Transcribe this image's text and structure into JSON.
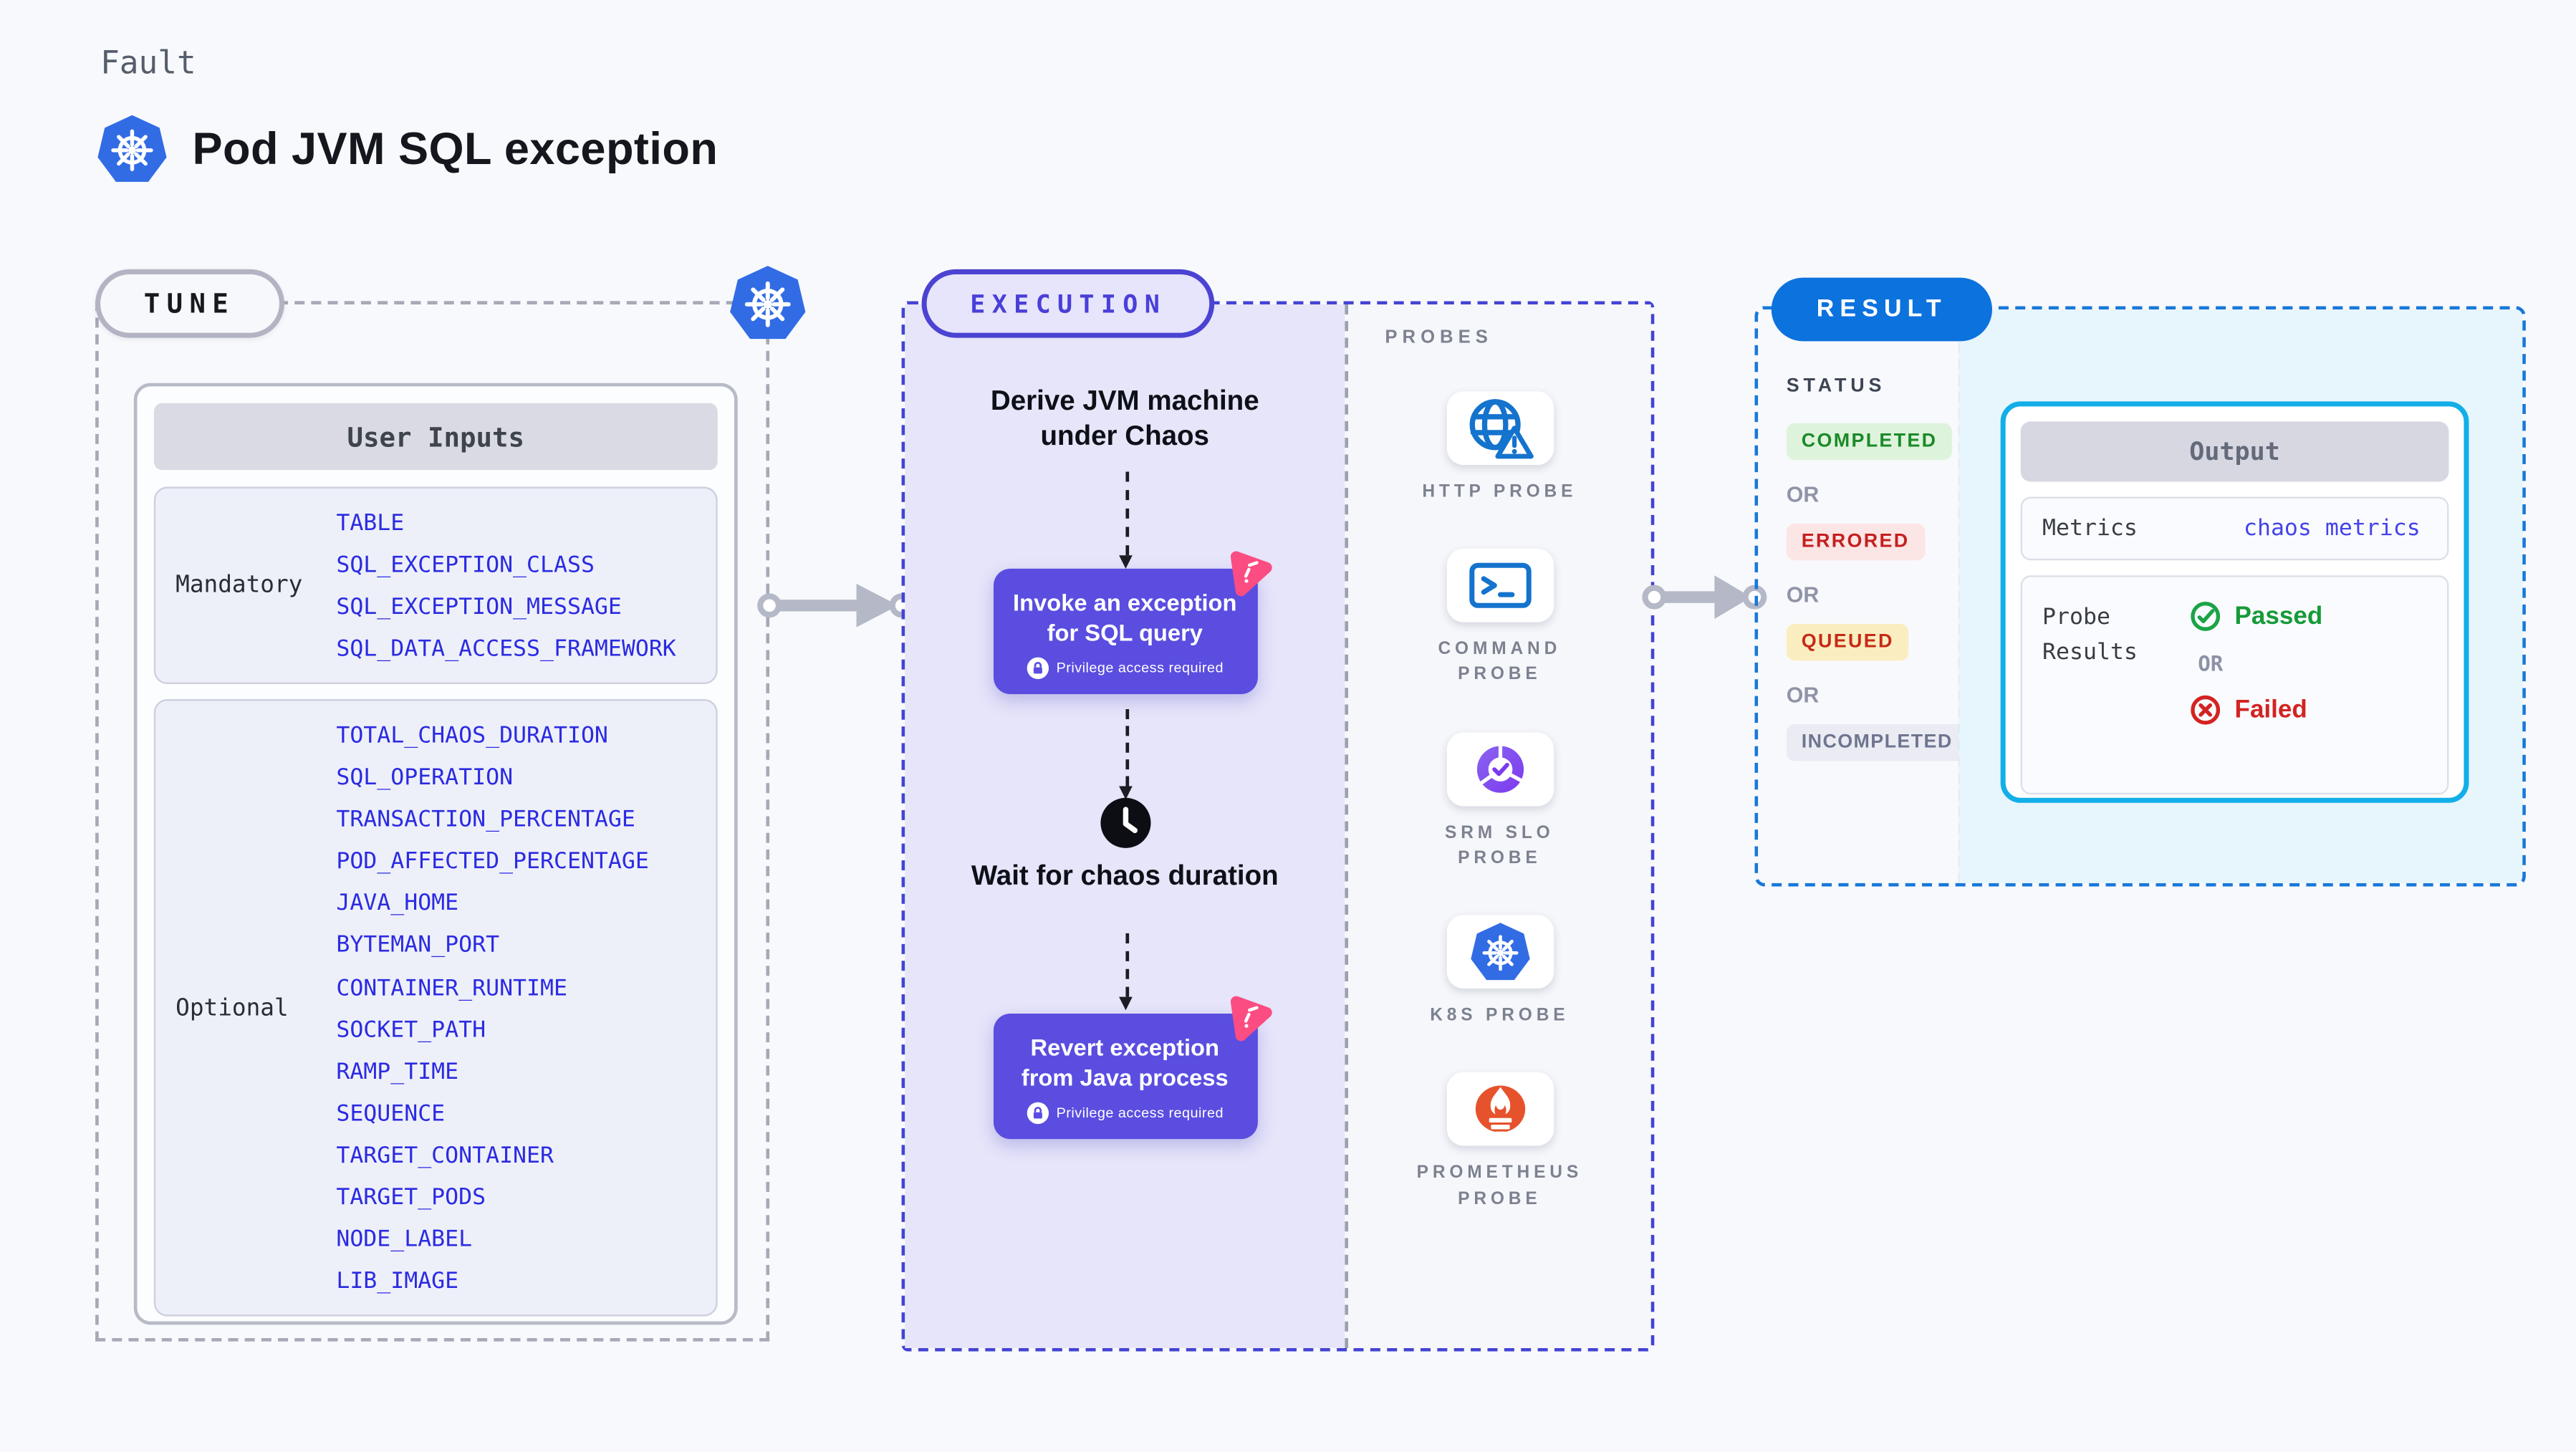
{
  "header": {
    "kicker": "Fault",
    "title": "Pod JVM SQL exception"
  },
  "tune": {
    "pill_label": "TUNE",
    "card_title": "User Inputs",
    "mandatory_label": "Mandatory",
    "mandatory_params": [
      "TABLE",
      "SQL_EXCEPTION_CLASS",
      "SQL_EXCEPTION_MESSAGE",
      "SQL_DATA_ACCESS_FRAMEWORK"
    ],
    "optional_label": "Optional",
    "optional_params": [
      "TOTAL_CHAOS_DURATION",
      "SQL_OPERATION",
      "TRANSACTION_PERCENTAGE",
      "POD_AFFECTED_PERCENTAGE",
      "JAVA_HOME",
      "BYTEMAN_PORT",
      "CONTAINER_RUNTIME",
      "SOCKET_PATH",
      "RAMP_TIME",
      "SEQUENCE",
      "TARGET_CONTAINER",
      "TARGET_PODS",
      "NODE_LABEL",
      "LIB_IMAGE"
    ]
  },
  "execution": {
    "pill_label": "EXECUTION",
    "step_derive": "Derive JVM machine under Chaos",
    "invoke_title": "Invoke an exception for SQL query",
    "invoke_note": "Privilege access required",
    "step_wait": "Wait for chaos duration",
    "revert_title": "Revert exception from Java process",
    "revert_note": "Privilege access required"
  },
  "probes": {
    "title": "PROBES",
    "items": [
      {
        "label": "HTTP PROBE"
      },
      {
        "label": "COMMAND PROBE"
      },
      {
        "label": "SRM SLO PROBE"
      },
      {
        "label": "K8S PROBE"
      },
      {
        "label": "PROMETHEUS PROBE"
      }
    ]
  },
  "result": {
    "pill_label": "RESULT",
    "status_title": "STATUS",
    "or_label": "OR",
    "statuses": [
      "COMPLETED",
      "ERRORED",
      "QUEUED",
      "INCOMPLETED"
    ],
    "output": {
      "title": "Output",
      "metrics_label": "Metrics",
      "metrics_value": "chaos metrics",
      "probe_results_label": "Probe Results",
      "passed_label": "Passed",
      "or_label": "OR",
      "failed_label": "Failed"
    }
  },
  "colors": {
    "page_background": "#f8f9fc",
    "accent_indigo": "#5a4de0",
    "accent_pink": "#fb4d82",
    "execution_border": "#4343d4",
    "execution_fill": "#e6e5fa",
    "result_border": "#1878d9",
    "result_pill": "#0c72dd",
    "result_fill": "#e7f5fd",
    "kubernetes_blue": "#326ce5",
    "probe_icon_blue": "#1473cd",
    "srm_purple": "#7c3aed",
    "prometheus_orange": "#e6522c",
    "status_completed": "#1a8a28",
    "status_errored": "#c41f1f",
    "status_queued": "#c62917",
    "status_incompleted": "#6f7590",
    "passed_green": "#169a38",
    "failed_red": "#d32322",
    "link_blue": "#4443ea"
  }
}
